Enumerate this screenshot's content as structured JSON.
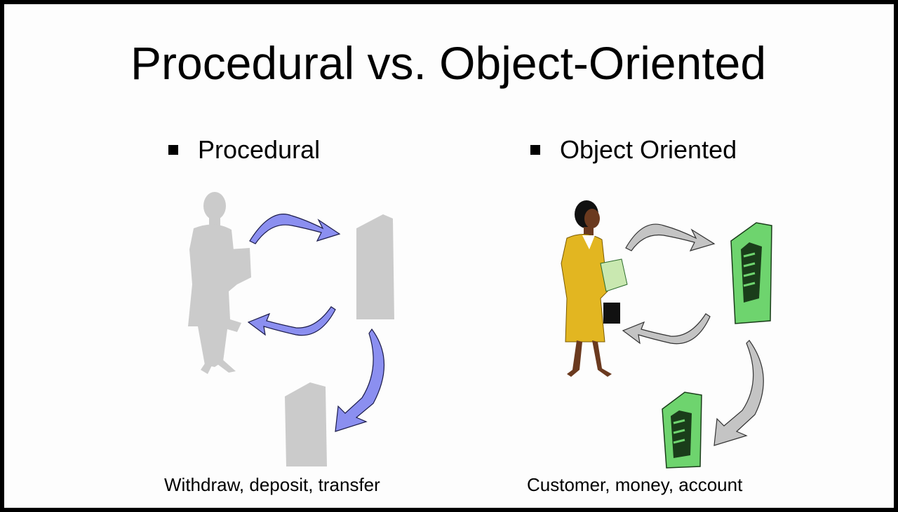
{
  "slide": {
    "title": "Procedural vs. Object-Oriented",
    "left": {
      "heading": "Procedural",
      "caption": "Withdraw, deposit, transfer",
      "arrow_color": "#8b8ff0",
      "figure_color": "#cbcbcb"
    },
    "right": {
      "heading": "Object Oriented",
      "caption": "Customer, money, account",
      "arrow_color": "#c4c4c4",
      "atm_color": "#6ed46e",
      "suit_color": "#e2b621"
    }
  }
}
